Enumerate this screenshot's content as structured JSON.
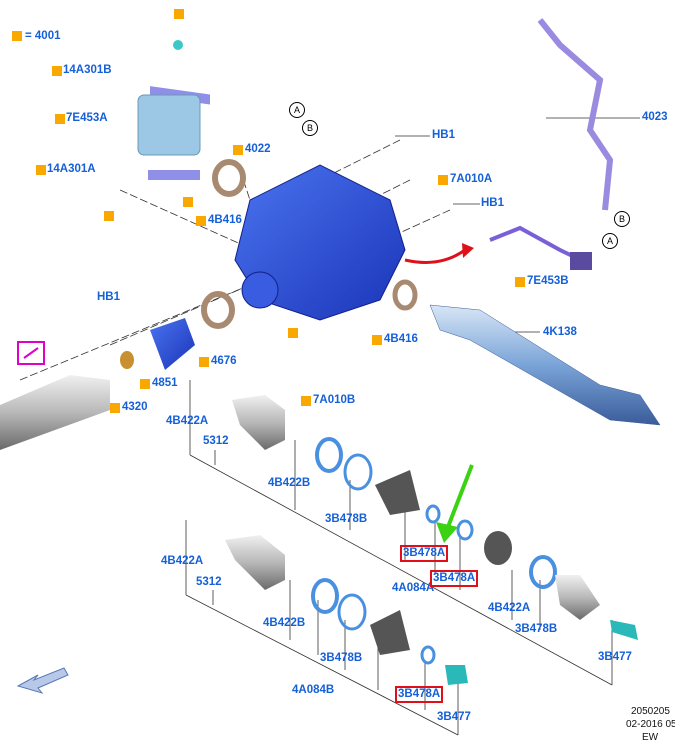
{
  "legend": {
    "marker_color": "#f9a800",
    "text": "= 4001"
  },
  "labels": {
    "l14A301B": "14A301B",
    "l7E453A": "7E453A",
    "l14A301A": "14A301A",
    "l4022": "4022",
    "l4B416_top": "4B416",
    "hb1_a": "HB1",
    "l7A010A": "7A010A",
    "hb1_b": "HB1",
    "l4023": "4023",
    "l7E453B": "7E453B",
    "l4K138": "4K138",
    "hb1_c": "HB1",
    "l4676": "4676",
    "l4B416_right": "4B416",
    "l4851": "4851",
    "l4320": "4320",
    "l7A010B": "7A010B",
    "up_4B422A": "4B422A",
    "up_5312": "5312",
    "up_4B422B": "4B422B",
    "up_3B478B": "3B478B",
    "up_4A084A": "4A084A",
    "up_3B478A_1": "3B478A",
    "up_3B478A_2": "3B478A",
    "up_4B422A_r": "4B422A",
    "up_3B478B_r": "3B478B",
    "up_3B477": "3B477",
    "lo_4B422A": "4B422A",
    "lo_5312": "5312",
    "lo_4B422B": "4B422B",
    "lo_3B478B": "3B478B",
    "lo_4A084B": "4A084B",
    "lo_3B478A": "3B478A",
    "lo_3B477": "3B477"
  },
  "callouts": {
    "a": "A",
    "b": "B"
  },
  "footer": {
    "id": "2050205",
    "date": "02-2016 05",
    "code": "EW"
  },
  "colors": {
    "label": "#1560d8",
    "highlight_box": "#e0101a",
    "arrow_green": "#3cd214",
    "arrow_red": "#e0101a",
    "marker": "#f9a800",
    "reference_icon": "#e000c8"
  }
}
